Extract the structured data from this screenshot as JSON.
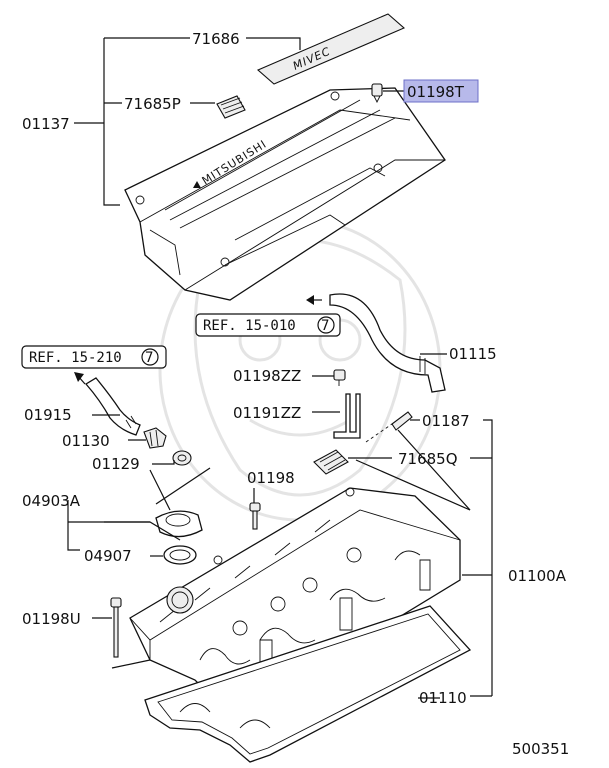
{
  "labels": {
    "p71686": "71686",
    "p71685P": "71685P",
    "p01137": "01137",
    "p01198T": "01198T",
    "ref_15_010": "REF. 15-010",
    "ref_15_010_num": "7",
    "p01115": "01115",
    "ref_15_210": "REF. 15-210",
    "ref_15_210_num": "7",
    "p01198ZZ": "01198ZZ",
    "p01191ZZ": "01191ZZ",
    "p01187": "01187",
    "p01915": "01915",
    "p01130": "01130",
    "p01129": "01129",
    "p71685Q": "71685Q",
    "p01198": "01198",
    "p04903A": "04903A",
    "p04907": "04907",
    "p01100A": "01100A",
    "p01198U": "01198U",
    "p01110": "01110",
    "diagram_id": "500351"
  },
  "emblems": {
    "mivec": "MIVEC",
    "mitsubishi": "MITSUBISHI"
  },
  "highlight_color": "#b7b9ea"
}
